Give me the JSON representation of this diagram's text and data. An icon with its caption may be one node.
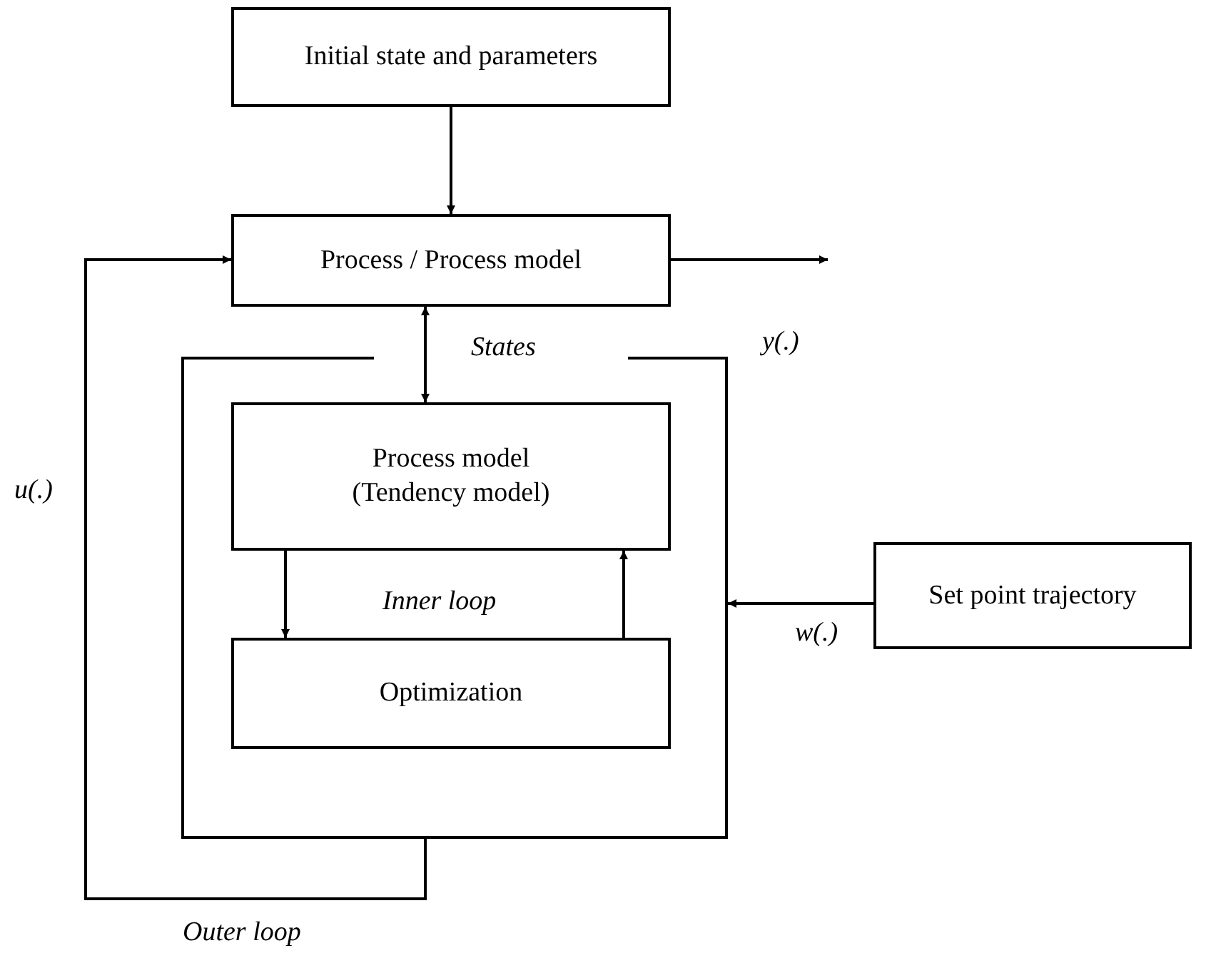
{
  "diagram": {
    "nodes": [
      {
        "text": [
          "Initial state and parameters"
        ]
      },
      {
        "text": [
          "Process / Process model"
        ]
      },
      {
        "text": [],
        "shape": "box"
      },
      {
        "text": [
          "Process model (Tendency model)"
        ],
        "in": 2
      },
      {
        "text": [
          "Optimization"
        ],
        "in": 2
      },
      {
        "text": [
          "Set point trajectory"
        ]
      }
    ],
    "edges": [
      {
        "from": 0,
        "to": 1,
        "arrow": "to"
      },
      {
        "from": 1,
        "to": 3,
        "arrow": "both",
        "label": "States"
      },
      {
        "from": 1,
        "to": null,
        "arrow": "to",
        "label": "y(.)"
      },
      {
        "from": 3,
        "to": 4,
        "arrow": "to"
      },
      {
        "from": 4,
        "to": 3,
        "arrow": "to"
      },
      {
        "from": 5,
        "to": 2,
        "arrow": "to",
        "label": "w(.)"
      },
      {
        "from": 2,
        "to": 1,
        "arrow": "to",
        "label": "u(.)"
      }
    ],
    "labels": [
      "Inner loop",
      "Outer loop"
    ]
  }
}
